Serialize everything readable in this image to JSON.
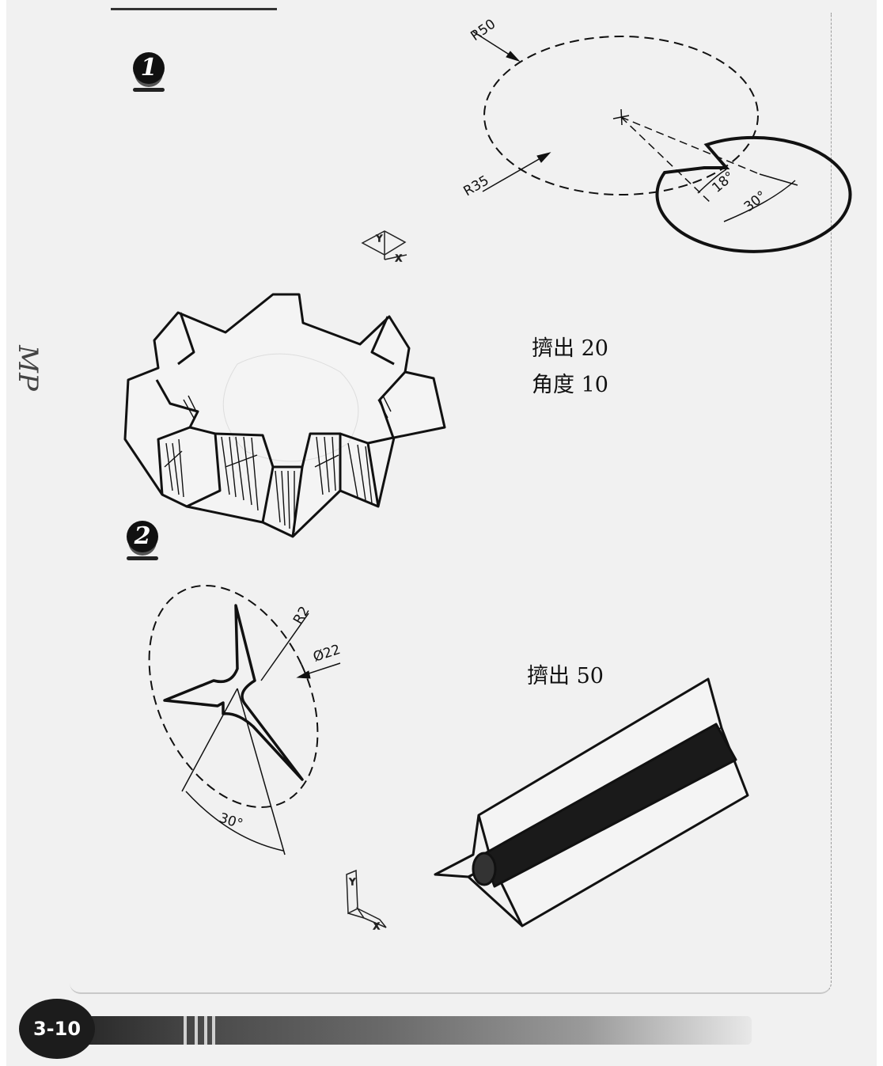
{
  "steps": [
    {
      "number": "1",
      "note_line1": "擠出 20",
      "note_line2": "角度 10"
    },
    {
      "number": "2",
      "note_line1": "擠出 50"
    }
  ],
  "figure1": {
    "r_outer": "R50",
    "r_inner": "R35",
    "angle_small": "18°",
    "angle_large": "30°"
  },
  "figure2": {
    "radius": "R2",
    "diameter": "Ø22",
    "angle": "30°"
  },
  "axes": {
    "x": "X",
    "y": "Y"
  },
  "margin_note": "MP",
  "footer": {
    "page_number": "3-10"
  }
}
